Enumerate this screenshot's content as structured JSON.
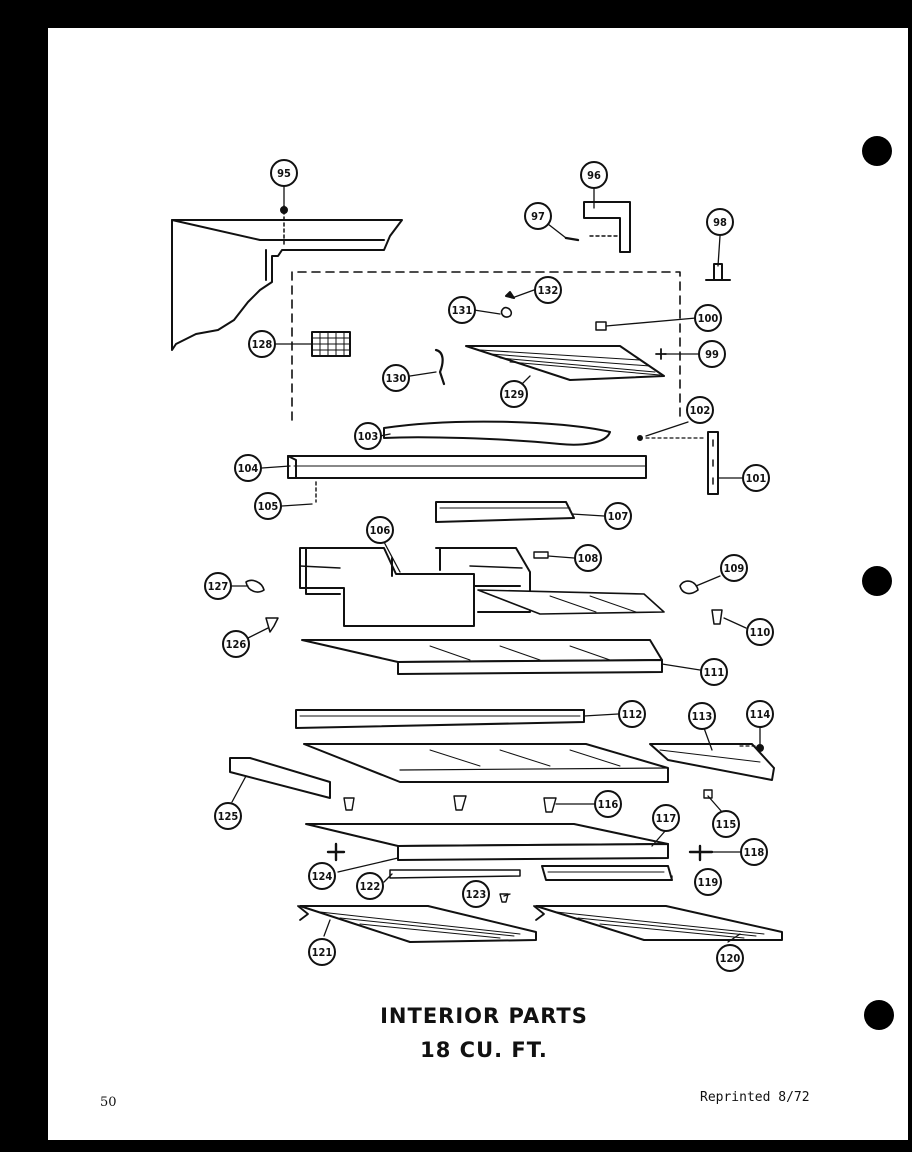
{
  "title_line1": "INTERIOR PARTS",
  "title_line2": "18 CU. FT.",
  "page_number": "50",
  "reprint_note": "Reprinted 8/72",
  "callouts": {
    "p95": "95",
    "p96": "96",
    "p97": "97",
    "p98": "98",
    "p99": "99",
    "p100": "100",
    "p101": "101",
    "p102": "102",
    "p103": "103",
    "p104": "104",
    "p105": "105",
    "p106": "106",
    "p107": "107",
    "p108": "108",
    "p109": "109",
    "p110": "110",
    "p111": "111",
    "p112": "112",
    "p113": "113",
    "p114": "114",
    "p115": "115",
    "p116": "116",
    "p117": "117",
    "p118": "118",
    "p119": "119",
    "p120": "120",
    "p121": "121",
    "p122": "122",
    "p123": "123",
    "p124": "124",
    "p125": "125",
    "p126": "126",
    "p127": "127",
    "p128": "128",
    "p129": "129",
    "p130": "130",
    "p131": "131",
    "p132": "132"
  }
}
